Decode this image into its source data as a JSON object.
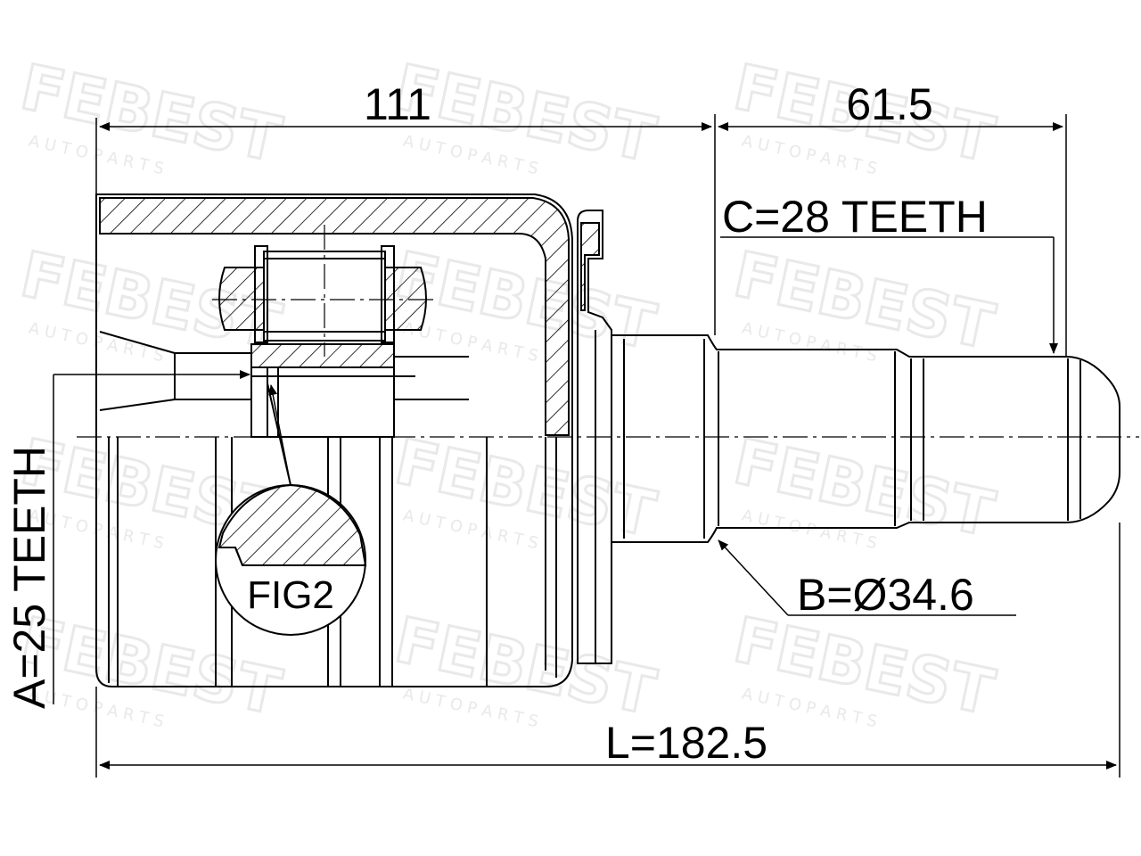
{
  "colors": {
    "line": "#000000",
    "watermark": "#e9e9e9",
    "background": "#ffffff"
  },
  "watermark": {
    "brand": "FEBEST",
    "tagline": "A U T O   P A R T S"
  },
  "dimensions": {
    "top_left": "111",
    "top_right": "61.5",
    "total_length": "L=182.5",
    "spline_a": "A=25 TEETH",
    "spline_b": "B=Ø34.6",
    "spline_c": "C=28 TEETH"
  },
  "detail": {
    "label": "FIG2"
  }
}
